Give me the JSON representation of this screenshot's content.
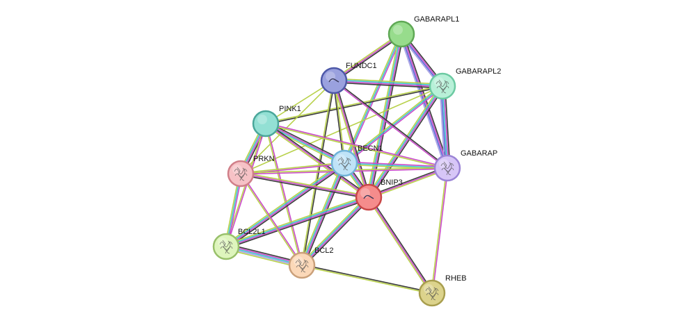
{
  "colors": {
    "background": "#ffffff",
    "evidence": {
      "black": "#3a3a3a",
      "magenta": "#c94ac9",
      "cyan": "#3cc3d0",
      "yellow_green": "#b8d14a",
      "blue": "#5566d6",
      "lavender": "#a9a1e3"
    }
  },
  "nodes": [
    {
      "id": "GABARAPL1",
      "label": "GABARAPL1",
      "fill": "#97dc8c",
      "stroke": "#5fa855",
      "glyph": "none"
    },
    {
      "id": "GABARAPL2",
      "label": "GABARAPL2",
      "fill": "#b8f0d8",
      "stroke": "#6ccaa2",
      "glyph": "protein-structure"
    },
    {
      "id": "FUNDC1",
      "label": "FUNDC1",
      "fill": "#9aa1de",
      "stroke": "#4d58a8",
      "glyph": "helix-fragment"
    },
    {
      "id": "PINK1",
      "label": "PINK1",
      "fill": "#93e0d4",
      "stroke": "#4aa69a",
      "glyph": "none"
    },
    {
      "id": "BECN1",
      "label": "BECN1",
      "fill": "#bfe3f7",
      "stroke": "#6fb2d8",
      "glyph": "protein-structure"
    },
    {
      "id": "GABARAP",
      "label": "GABARAP",
      "fill": "#d7c6f7",
      "stroke": "#9b84d6",
      "glyph": "protein-structure"
    },
    {
      "id": "PRKN",
      "label": "PRKN",
      "fill": "#f6c2c6",
      "stroke": "#d07f89",
      "glyph": "protein-structure"
    },
    {
      "id": "BNIP3",
      "label": "BNIP3",
      "fill": "#f58c8c",
      "stroke": "#c94747",
      "glyph": "helix-fragment"
    },
    {
      "id": "BCL2L1",
      "label": "BCL2L1",
      "fill": "#def5bd",
      "stroke": "#98c06a",
      "glyph": "protein-structure"
    },
    {
      "id": "BCL2",
      "label": "BCL2",
      "fill": "#fbd8b8",
      "stroke": "#caa07a",
      "glyph": "protein-structure"
    },
    {
      "id": "RHEB",
      "label": "RHEB",
      "fill": "#dcd38c",
      "stroke": "#a89e4e",
      "glyph": "protein-structure"
    }
  ],
  "edges": [
    {
      "from": "GABARAPL1",
      "to": "GABARAPL2",
      "evidence": [
        "black",
        "magenta",
        "blue",
        "lavender"
      ]
    },
    {
      "from": "GABARAPL1",
      "to": "FUNDC1",
      "evidence": [
        "black",
        "magenta",
        "yellow_green"
      ]
    },
    {
      "from": "GABARAPL1",
      "to": "BECN1",
      "evidence": [
        "magenta",
        "cyan",
        "yellow_green"
      ]
    },
    {
      "from": "GABARAPL1",
      "to": "BNIP3",
      "evidence": [
        "black",
        "magenta",
        "cyan",
        "yellow_green"
      ]
    },
    {
      "from": "GABARAPL1",
      "to": "GABARAP",
      "evidence": [
        "black",
        "magenta",
        "blue",
        "lavender"
      ]
    },
    {
      "from": "GABARAPL2",
      "to": "FUNDC1",
      "evidence": [
        "black",
        "magenta",
        "cyan",
        "yellow_green"
      ]
    },
    {
      "from": "GABARAPL2",
      "to": "PINK1",
      "evidence": [
        "black",
        "yellow_green"
      ]
    },
    {
      "from": "GABARAPL2",
      "to": "BECN1",
      "evidence": [
        "magenta",
        "cyan",
        "yellow_green"
      ]
    },
    {
      "from": "GABARAPL2",
      "to": "BNIP3",
      "evidence": [
        "black",
        "magenta",
        "cyan",
        "yellow_green"
      ]
    },
    {
      "from": "GABARAPL2",
      "to": "GABARAP",
      "evidence": [
        "black",
        "magenta",
        "cyan",
        "blue",
        "lavender"
      ]
    },
    {
      "from": "GABARAPL2",
      "to": "PRKN",
      "evidence": [
        "yellow_green"
      ]
    },
    {
      "from": "FUNDC1",
      "to": "PINK1",
      "evidence": [
        "yellow_green"
      ]
    },
    {
      "from": "FUNDC1",
      "to": "BECN1",
      "evidence": [
        "yellow_green",
        "black"
      ]
    },
    {
      "from": "FUNDC1",
      "to": "BNIP3",
      "evidence": [
        "black",
        "magenta",
        "yellow_green"
      ]
    },
    {
      "from": "FUNDC1",
      "to": "GABARAP",
      "evidence": [
        "black",
        "magenta"
      ]
    },
    {
      "from": "FUNDC1",
      "to": "BCL2",
      "evidence": [
        "black",
        "yellow_green"
      ]
    },
    {
      "from": "FUNDC1",
      "to": "PRKN",
      "evidence": [
        "yellow_green"
      ]
    },
    {
      "from": "PINK1",
      "to": "BECN1",
      "evidence": [
        "black",
        "magenta",
        "cyan",
        "yellow_green"
      ]
    },
    {
      "from": "PINK1",
      "to": "BNIP3",
      "evidence": [
        "black",
        "magenta",
        "yellow_green"
      ]
    },
    {
      "from": "PINK1",
      "to": "GABARAP",
      "evidence": [
        "magenta",
        "yellow_green"
      ]
    },
    {
      "from": "PINK1",
      "to": "PRKN",
      "evidence": [
        "black",
        "magenta",
        "cyan",
        "yellow_green"
      ]
    },
    {
      "from": "PINK1",
      "to": "BCL2L1",
      "evidence": [
        "magenta",
        "yellow_green"
      ]
    },
    {
      "from": "PINK1",
      "to": "BCL2",
      "evidence": [
        "magenta",
        "yellow_green"
      ]
    },
    {
      "from": "BECN1",
      "to": "BNIP3",
      "evidence": [
        "black",
        "magenta",
        "cyan",
        "yellow_green"
      ]
    },
    {
      "from": "BECN1",
      "to": "GABARAP",
      "evidence": [
        "magenta",
        "cyan",
        "yellow_green"
      ]
    },
    {
      "from": "BECN1",
      "to": "PRKN",
      "evidence": [
        "magenta",
        "yellow_green"
      ]
    },
    {
      "from": "BECN1",
      "to": "BCL2L1",
      "evidence": [
        "black",
        "magenta",
        "cyan",
        "yellow_green"
      ]
    },
    {
      "from": "BECN1",
      "to": "BCL2",
      "evidence": [
        "black",
        "magenta",
        "cyan",
        "yellow_green"
      ]
    },
    {
      "from": "BNIP3",
      "to": "GABARAP",
      "evidence": [
        "black",
        "magenta",
        "yellow_green"
      ]
    },
    {
      "from": "BNIP3",
      "to": "PRKN",
      "evidence": [
        "black",
        "magenta",
        "yellow_green"
      ]
    },
    {
      "from": "BNIP3",
      "to": "BCL2L1",
      "evidence": [
        "black",
        "magenta",
        "cyan",
        "yellow_green"
      ]
    },
    {
      "from": "BNIP3",
      "to": "BCL2",
      "evidence": [
        "black",
        "magenta",
        "cyan",
        "yellow_green"
      ]
    },
    {
      "from": "BNIP3",
      "to": "RHEB",
      "evidence": [
        "black",
        "magenta",
        "yellow_green"
      ]
    },
    {
      "from": "GABARAP",
      "to": "PRKN",
      "evidence": [
        "magenta",
        "yellow_green"
      ]
    },
    {
      "from": "GABARAP",
      "to": "RHEB",
      "evidence": [
        "magenta",
        "yellow_green"
      ]
    },
    {
      "from": "PRKN",
      "to": "BCL2L1",
      "evidence": [
        "magenta",
        "cyan",
        "yellow_green"
      ]
    },
    {
      "from": "PRKN",
      "to": "BCL2",
      "evidence": [
        "magenta",
        "yellow_green"
      ]
    },
    {
      "from": "BCL2L1",
      "to": "BCL2",
      "evidence": [
        "black",
        "magenta",
        "cyan",
        "lavender",
        "yellow_green"
      ]
    },
    {
      "from": "BCL2",
      "to": "RHEB",
      "evidence": [
        "black",
        "yellow_green"
      ]
    }
  ]
}
